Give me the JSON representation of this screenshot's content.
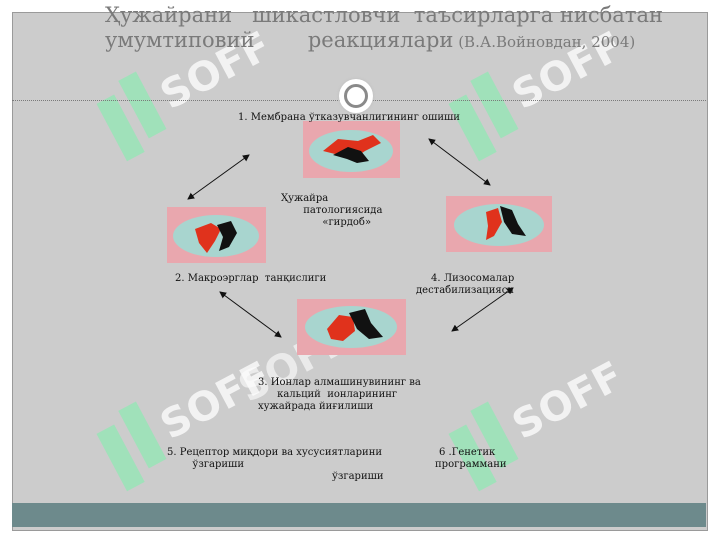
{
  "title": {
    "line1": "Ҳужайрани   шикастловчи  таъсирларга нисбатан",
    "line2": "умумтиповий        реакциялари",
    "citation": " (В.А.Войновдан, 2004)"
  },
  "center_label": {
    "line1": "Ҳужайра",
    "line2": "       патологиясида",
    "line3": "             «гирдоб»"
  },
  "nodes": {
    "n1": "1. Мембрана ўтказувчанлигининг ошиши",
    "n2": "2. Макроэрглар  танқислиги",
    "n3": {
      "line1": "3. Ионлар алмашинувининг ва",
      "line2": "      кальций  ионларининг",
      "line3": "хужайрада йиғилиши"
    },
    "n4": {
      "line1": "4. Лизосомалар",
      "line2": "дестабилизацияси"
    },
    "n5": {
      "line1": "5. Рецептор миқдори ва хусусиятларини",
      "line2": "        ўзгариши"
    },
    "n6": {
      "line1": "6 .Генетик",
      "line2": "программани",
      "line3": "ўзгариши"
    }
  },
  "watermark": {
    "text": "SOFF",
    "color": "#ffffff",
    "logo_color": "#9be3b8"
  },
  "colors": {
    "background": "#cccccc",
    "title": "#7a7a7a",
    "footer_bar": "#6d8a8c",
    "image_frame": "#e9a7ae",
    "image_oval": "#a8d5cf",
    "figure_red": "#e0321c",
    "figure_black": "#111111"
  }
}
